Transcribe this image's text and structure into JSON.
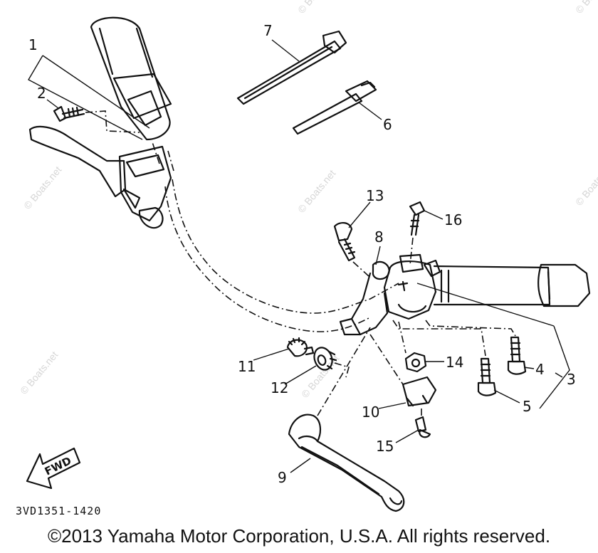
{
  "watermark": "© Boats.net",
  "fwd_label": "FWD",
  "drawing_code": "3VD1351-1420",
  "copyright": "©2013 Yamaha Motor Corporation, U.S.A. All rights reserved.",
  "callouts": {
    "c1": "1",
    "c2": "2",
    "c3": "3",
    "c4": "4",
    "c5": "5",
    "c6": "6",
    "c7": "7",
    "c8": "8",
    "c9": "9",
    "c10": "10",
    "c11": "11",
    "c12": "12",
    "c13": "13",
    "c14": "14",
    "c15": "15",
    "c16": "16"
  }
}
